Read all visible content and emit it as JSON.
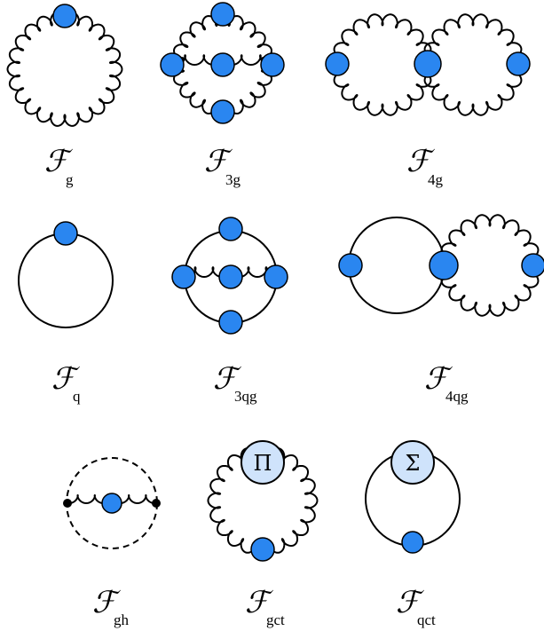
{
  "colors": {
    "vertex_fill": "#2a86f0",
    "counterterm_fill": "#cfe3fb",
    "line": "#000000"
  },
  "diagrams": [
    {
      "id": "g",
      "symbol": "ℱ",
      "subscript": "g"
    },
    {
      "id": "3g",
      "symbol": "ℱ",
      "subscript": "3g"
    },
    {
      "id": "4g",
      "symbol": "ℱ",
      "subscript": "4g"
    },
    {
      "id": "q",
      "symbol": "ℱ",
      "subscript": "q"
    },
    {
      "id": "3qg",
      "symbol": "ℱ",
      "subscript": "3qg"
    },
    {
      "id": "4qg",
      "symbol": "ℱ",
      "subscript": "4qg"
    },
    {
      "id": "gh",
      "symbol": "ℱ",
      "subscript": "gh"
    },
    {
      "id": "gct",
      "symbol": "ℱ",
      "subscript": "gct",
      "insertion": "Π"
    },
    {
      "id": "qct",
      "symbol": "ℱ",
      "subscript": "qct",
      "insertion": "Σ"
    }
  ]
}
